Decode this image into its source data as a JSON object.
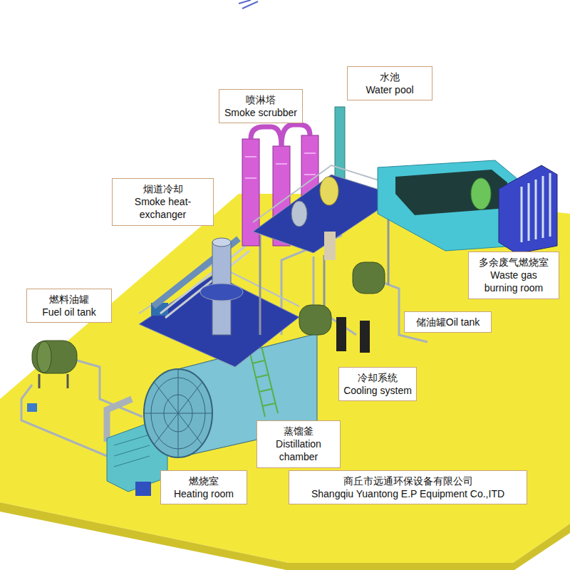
{
  "diagram": {
    "nodes": [
      {
        "text": [
          "水池",
          "Water pool"
        ]
      },
      {
        "text": [
          "喷淋塔",
          "Smoke scrubber"
        ]
      },
      {
        "text": [
          "烟道冷却",
          "Smoke heat-exchanger"
        ]
      },
      {
        "text": [
          "多余废气燃烧室",
          "Waste gas burning room"
        ]
      },
      {
        "text": [
          "燃料油罐",
          "Fuel oil tank"
        ]
      },
      {
        "text": [
          "储油罐Oil tank"
        ]
      },
      {
        "text": [
          "冷却系统",
          "Cooling system"
        ]
      },
      {
        "text": [
          "蒸馏釜",
          "Distillation chamber"
        ]
      },
      {
        "text": [
          "燃烧室",
          "Heating room"
        ]
      },
      {
        "text": [
          "商丘市远通环保设备有限公司",
          "Shangqiu Yuantong E.P Equipment Co.,ITD"
        ]
      }
    ]
  }
}
